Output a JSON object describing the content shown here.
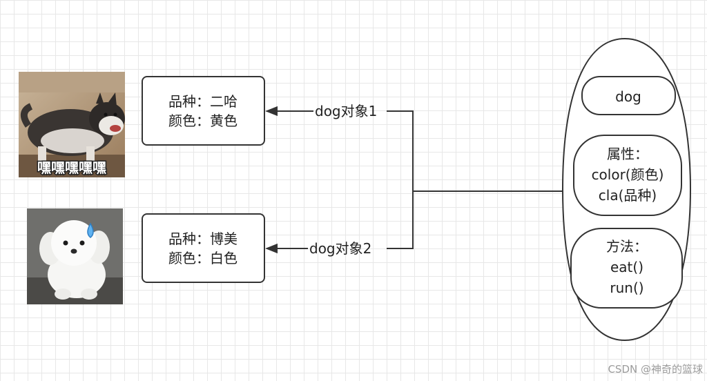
{
  "images": {
    "husky": {
      "caption": "嘿嘿嘿嘿嘿"
    },
    "poodle": {}
  },
  "objects": [
    {
      "line1": "品种：二哈",
      "line2": "颜色：黄色",
      "edge_label": "dog对象1"
    },
    {
      "line1": "品种：博美",
      "line2": "颜色：白色",
      "edge_label": "dog对象2"
    }
  ],
  "class": {
    "name": "dog",
    "attributes": {
      "title": "属性：",
      "items": [
        "color(颜色)",
        "cla(品种)"
      ]
    },
    "methods": {
      "title": "方法：",
      "items": [
        "eat()",
        "run()"
      ]
    }
  },
  "watermark": "CSDN @神奇的篮球",
  "colors": {
    "stroke": "#333333",
    "text": "#222222"
  }
}
